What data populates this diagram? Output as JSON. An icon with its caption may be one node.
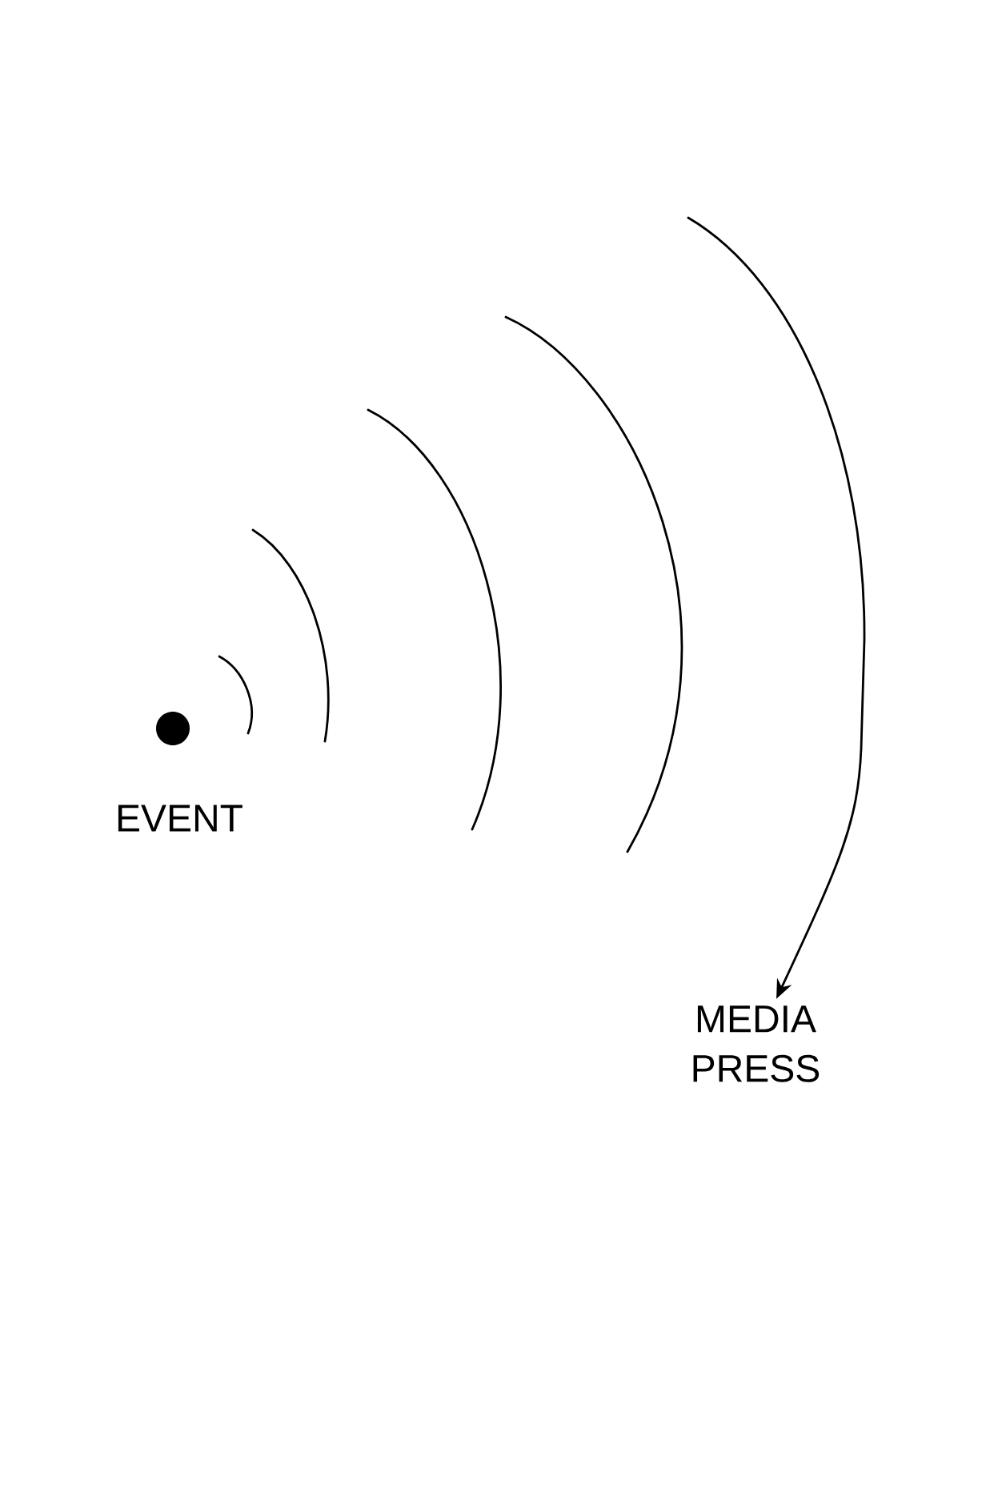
{
  "diagram": {
    "nodes": [
      {
        "text": [],
        "shape": "circle",
        "beside": [
          "EVENT"
        ]
      },
      {
        "text": [
          "MEDIA PRESS"
        ]
      }
    ],
    "edges": [
      {
        "from": null,
        "to": 1,
        "arrow": "to"
      }
    ]
  }
}
